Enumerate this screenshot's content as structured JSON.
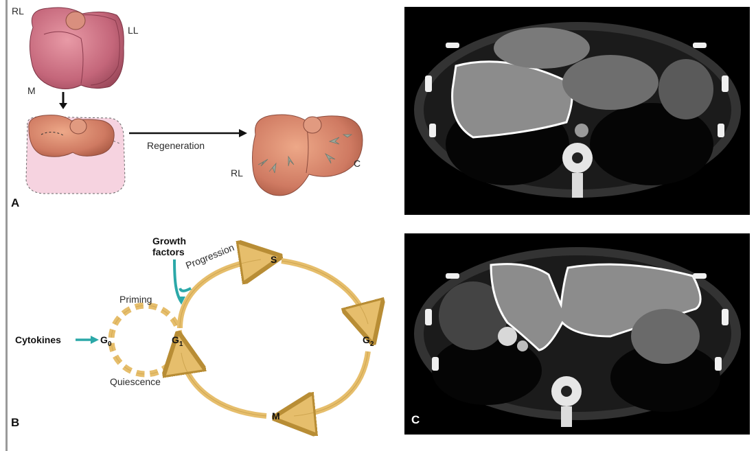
{
  "panel_a": {
    "letter": "A",
    "lobe_labels": {
      "rl_top": "RL",
      "ll": "LL",
      "m": "M",
      "rl_bottom": "RL",
      "c": "C"
    },
    "arrow_label": "Regeneration",
    "colors": {
      "liver_whole": "#c4667a",
      "liver_resected": "#cf7a62",
      "removed_ghost": "#f6d3e0"
    }
  },
  "panel_b": {
    "letter": "B",
    "growth_factors": [
      "Growth",
      "factors"
    ],
    "progression": "Progression",
    "priming": "Priming",
    "cytokines": "Cytokines",
    "quiescence": "Quiescence",
    "phases": {
      "g0": "G",
      "g0_sub": "0",
      "g1": "G",
      "g1_sub": "1",
      "s": "S",
      "g2": "G",
      "g2_sub": "2",
      "m": "M"
    },
    "colors": {
      "cycle": "#e6be6c",
      "cycle_edge": "#b88d35",
      "signal": "#2ba8a8"
    }
  },
  "panel_c": {
    "letter": "C"
  }
}
